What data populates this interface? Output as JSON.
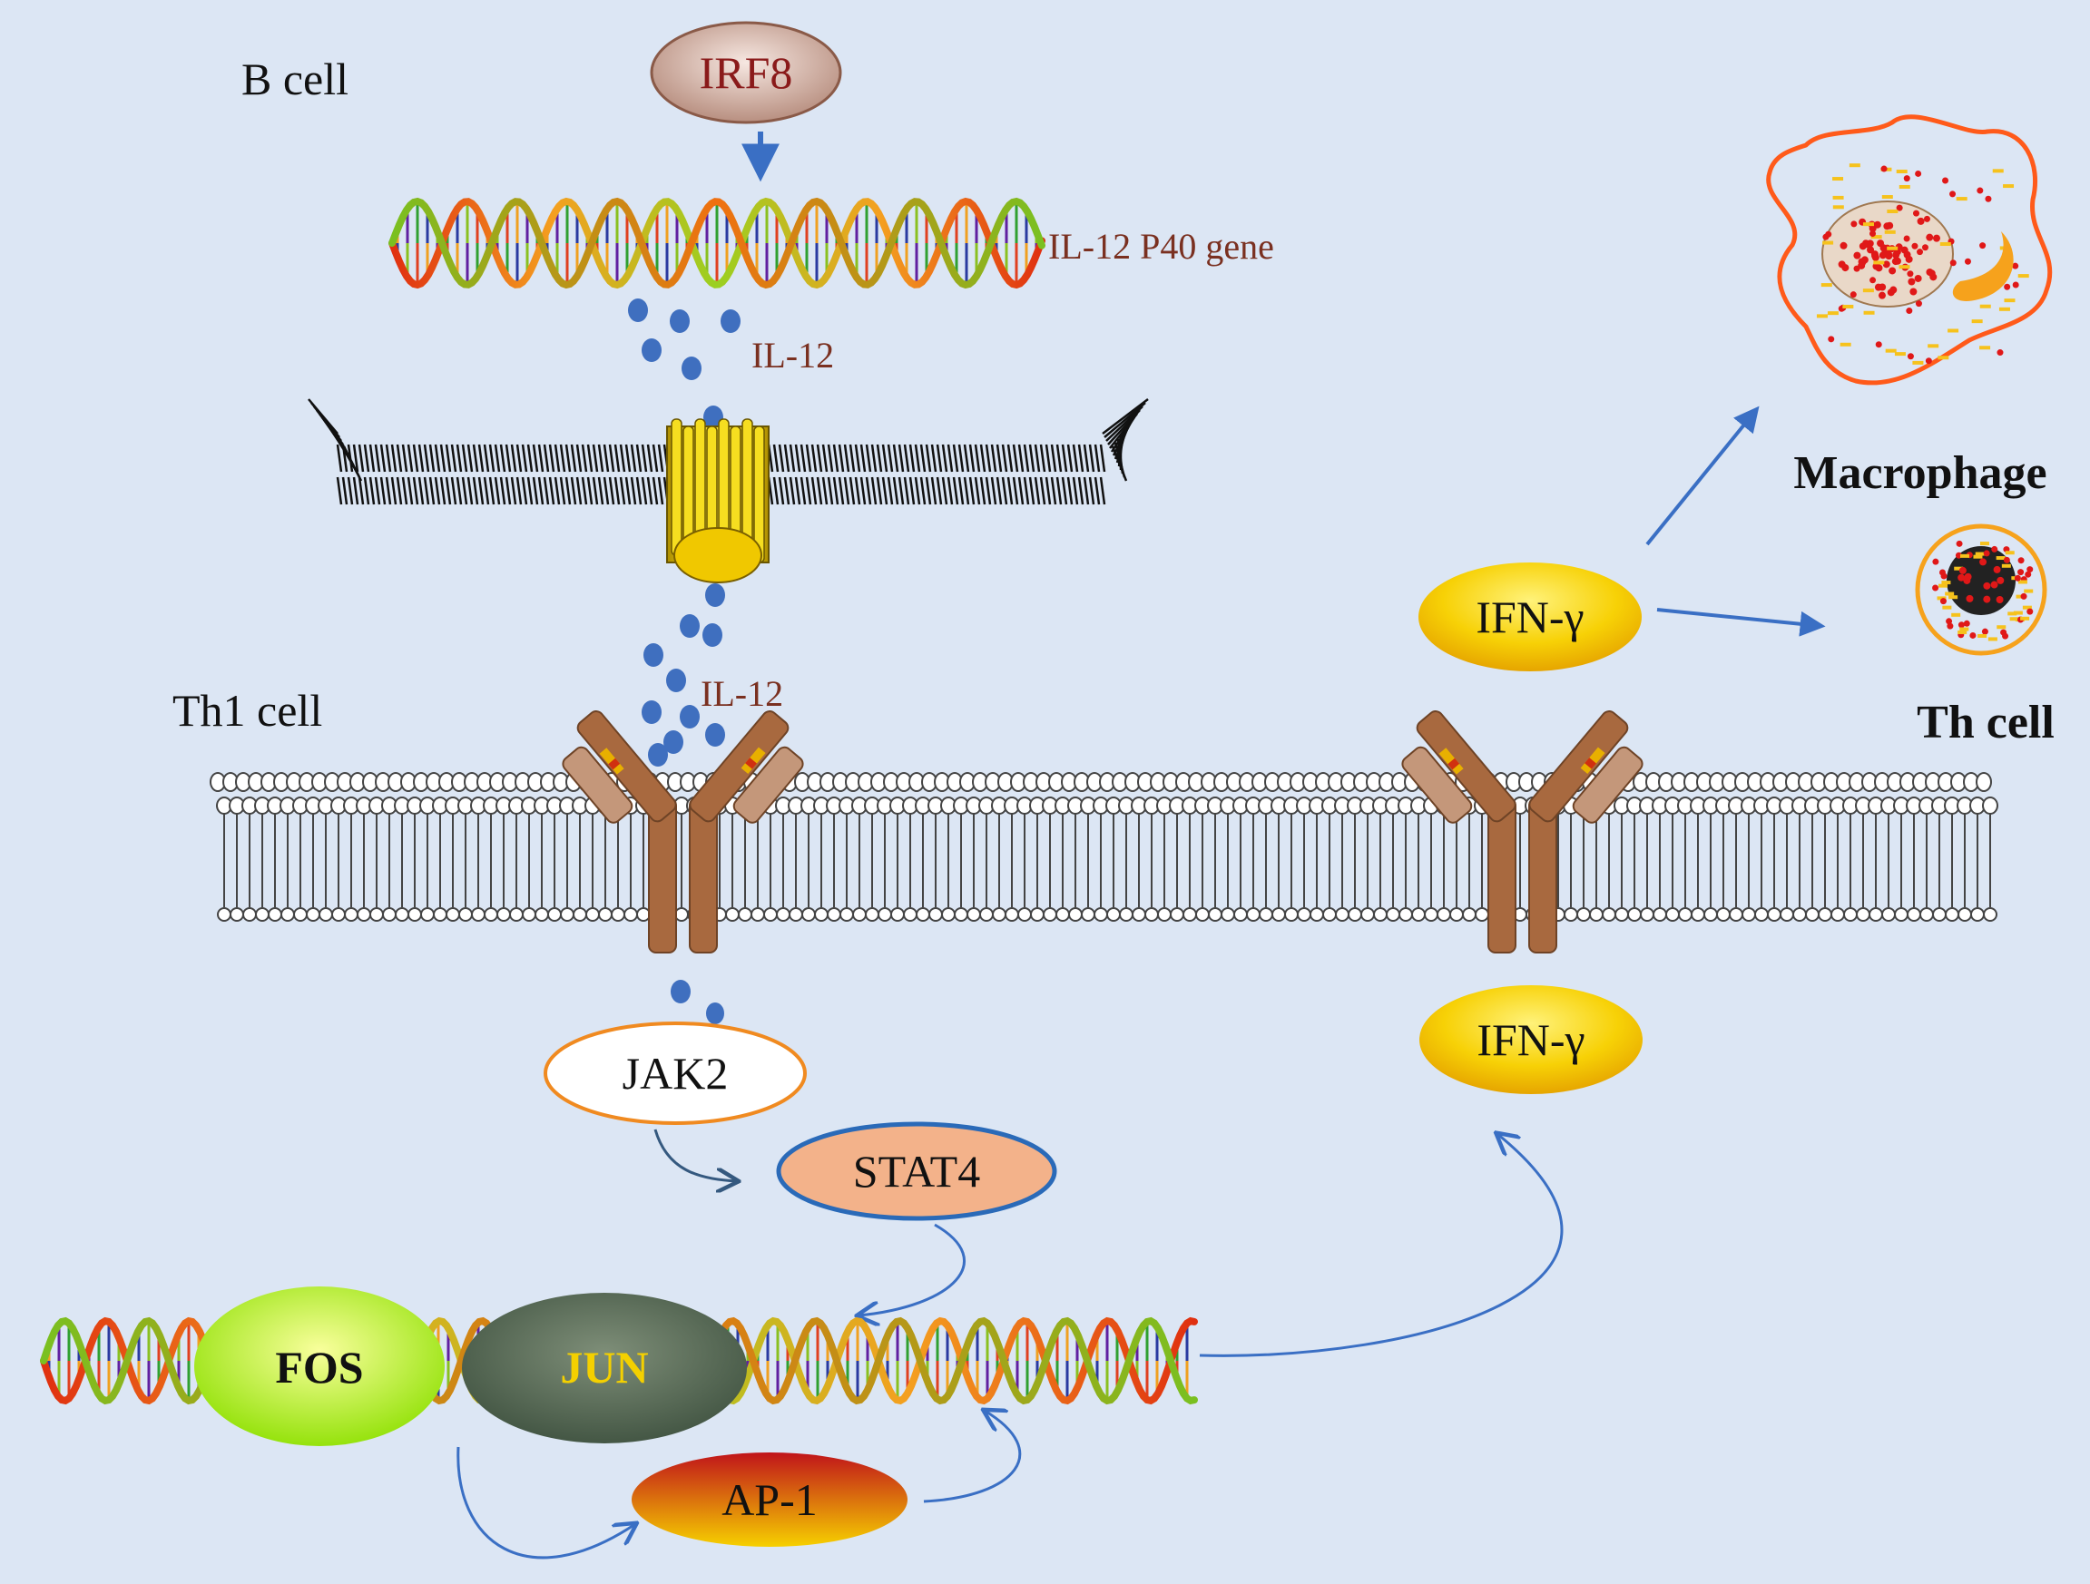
{
  "labels": {
    "b_cell": "B cell",
    "th1_cell": "Th1 cell",
    "irf8": "IRF8",
    "il12_gene": "IL-12 P40 gene",
    "il12_top": "IL-12",
    "il12_mid": "IL-12",
    "jak2": "JAK2",
    "stat4": "STAT4",
    "fos": "FOS",
    "jun": "JUN",
    "ap1": "AP-1",
    "ifn_top": "IFN-γ",
    "ifn_bottom": "IFN-γ",
    "macrophage": "Macrophage",
    "th_cell": "Th cell"
  },
  "colors": {
    "background": "#dce6f4",
    "arrow": "#3a6fc4",
    "receptor": "#a8693f",
    "dot": "#3f6fbf",
    "yellow": "#f7d106",
    "macrophage_outline": "#ff5a1a"
  }
}
